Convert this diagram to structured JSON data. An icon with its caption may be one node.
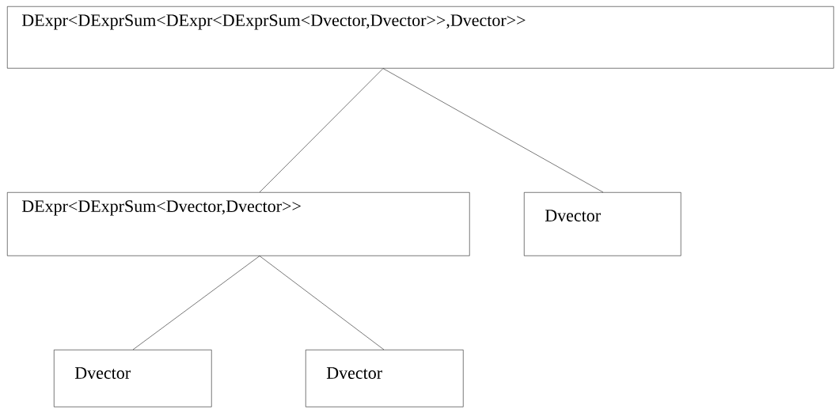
{
  "diagram": {
    "nodes": [
      {
        "text": [
          "DExpr<DExprSum<DExpr<DExprSum<Dvector,Dvector>>,Dvector>>"
        ]
      },
      {
        "text": [
          "DExpr<DExprSum<Dvector,Dvector>>"
        ]
      },
      {
        "text": [
          "Dvector"
        ]
      },
      {
        "text": [
          "Dvector"
        ]
      },
      {
        "text": [
          "Dvector"
        ]
      }
    ],
    "edges": [
      {
        "from": 0,
        "to": 1,
        "arrow": "none"
      },
      {
        "from": 0,
        "to": 2,
        "arrow": "none"
      },
      {
        "from": 1,
        "to": 3,
        "arrow": "none"
      },
      {
        "from": 1,
        "to": 4,
        "arrow": "none"
      }
    ]
  }
}
